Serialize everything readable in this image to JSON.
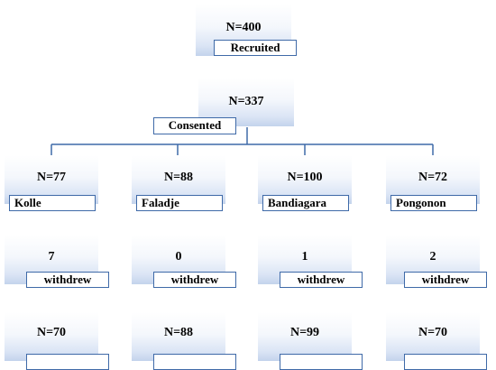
{
  "top": {
    "count": "N=400",
    "label": "Recruited"
  },
  "consent": {
    "count": "N=337",
    "label": "Consented"
  },
  "sites": [
    {
      "count": "N=77",
      "name": "Kolle",
      "withdrew_count": "7",
      "withdrew_label": "withdrew",
      "final_count": "N=70",
      "final_label": ""
    },
    {
      "count": "N=88",
      "name": "Faladje",
      "withdrew_count": "0",
      "withdrew_label": "withdrew",
      "final_count": "N=88",
      "final_label": ""
    },
    {
      "count": "N=100",
      "name": "Bandiagara",
      "withdrew_count": "1",
      "withdrew_label": "withdrew",
      "final_count": "N=99",
      "final_label": ""
    },
    {
      "count": "N=72",
      "name": "Pongonon",
      "withdrew_count": "2",
      "withdrew_label": "withdrew",
      "final_count": "N=70",
      "final_label": ""
    }
  ],
  "colors": {
    "connector": "#3f6aa8",
    "label_border": "#3f6aa8",
    "box_gradient_bottom": "#c3d3ec"
  }
}
